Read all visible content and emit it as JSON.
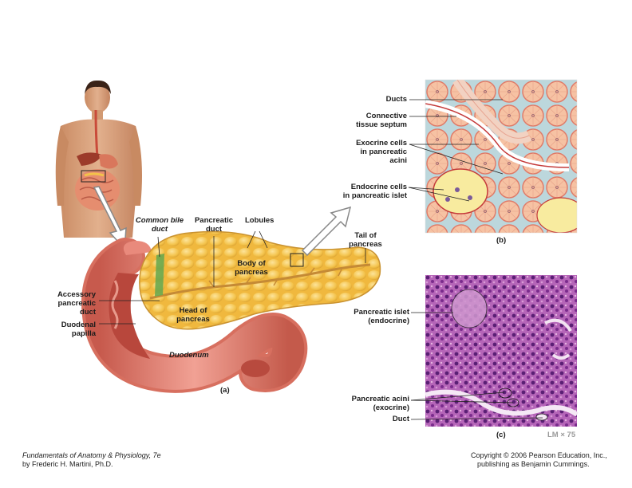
{
  "labels": {
    "common_bile_duct_1": "Common bile",
    "common_bile_duct_2": "duct",
    "pancreatic_duct_1": "Pancreatic",
    "pancreatic_duct_2": "duct",
    "lobules": "Lobules",
    "body_1": "Body of",
    "body_2": "pancreas",
    "tail_1": "Tail of",
    "tail_2": "pancreas",
    "accessory_1": "Accessory",
    "accessory_2": "pancreatic",
    "accessory_3": "duct",
    "duodenal_1": "Duodenal",
    "duodenal_2": "papilla",
    "head_1": "Head of",
    "head_2": "pancreas",
    "duodenum": "Duodenum",
    "ducts": "Ducts",
    "connective_1": "Connective",
    "connective_2": "tissue septum",
    "exocrine_1": "Exocrine cells",
    "exocrine_2": "in pancreatic",
    "exocrine_3": "acini",
    "endocrine_1": "Endocrine cells",
    "endocrine_2": "in pancreatic islet",
    "islet_1": "Pancreatic islet",
    "islet_2": "(endocrine)",
    "acini_1": "Pancreatic acini",
    "acini_2": "(exocrine)",
    "duct": "Duct",
    "magnification": "LM × 75"
  },
  "panels": {
    "a": "(a)",
    "b": "(b)",
    "c": "(c)"
  },
  "footer": {
    "book_title": "Fundamentals of Anatomy & Physiology",
    "edition": ", 7e",
    "author": "by Frederic H. Martini, Ph.D.",
    "copyright": "Copyright © 2006 Pearson Education, Inc.,",
    "publisher": "publishing as Benjamin Cummings."
  },
  "colors": {
    "pancreas": "#f3c24a",
    "duodenum": "#e98a7c",
    "skin": "#d9a27c",
    "stain": "#8a3a9a"
  }
}
